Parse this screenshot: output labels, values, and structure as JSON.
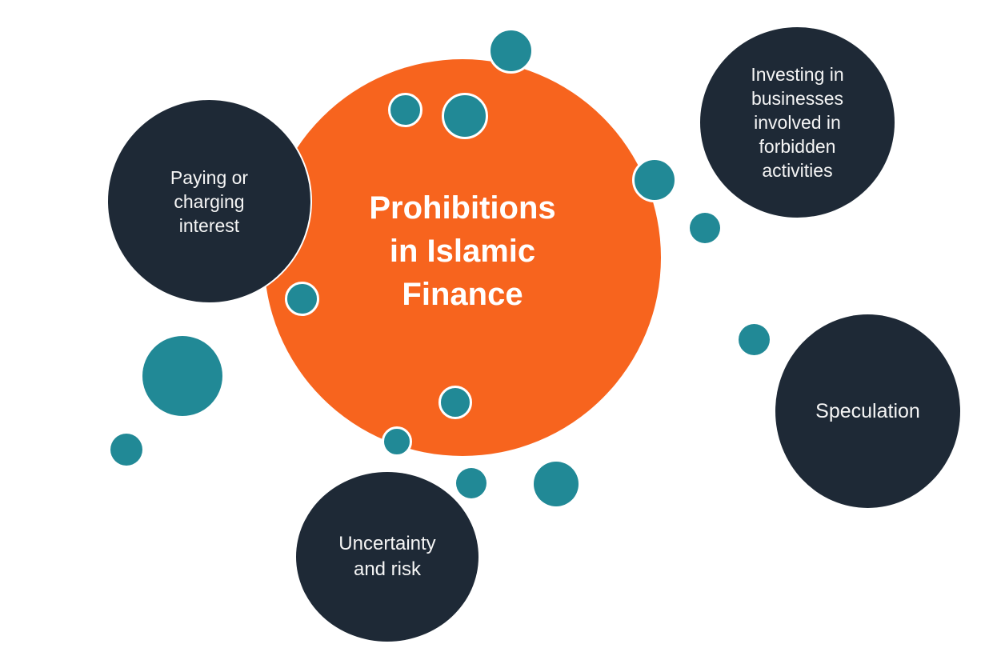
{
  "diagram": {
    "title": {
      "full": "Prohibitions in Islamic Finance",
      "lines": [
        "Prohibitions",
        "in Islamic",
        "Finance"
      ]
    },
    "nodes": {
      "paying": {
        "full": "Paying or charging interest",
        "lines": [
          "Paying or",
          "charging",
          "interest"
        ]
      },
      "investing": {
        "full": "Investing in businesses involved in forbidden activities",
        "lines": [
          "Investing in",
          "businesses",
          "involved in",
          "forbidden",
          "activities"
        ]
      },
      "speculation": {
        "full": "Speculation",
        "lines": [
          "Speculation"
        ]
      },
      "uncertainty": {
        "full": "Uncertainty and risk",
        "lines": [
          "Uncertainty",
          "and risk"
        ]
      }
    },
    "colors": {
      "center_circle": "#F7641E",
      "node_circle": "#1E2936",
      "decor_dot": "#218996",
      "text": "#FFFFFF",
      "background": "#FFFFFF",
      "dot_ring": "#FFFFFF"
    }
  }
}
